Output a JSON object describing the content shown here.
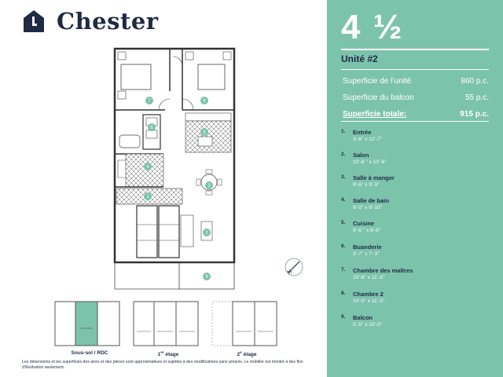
{
  "brand": {
    "name": "Chester"
  },
  "unit": {
    "type": "4 ½",
    "number": "Unité #2"
  },
  "areas": [
    {
      "label": "Superficie de l’unité",
      "value": "860 p.c."
    },
    {
      "label": "Superficie du balcon",
      "value": "55 p.c."
    },
    {
      "label": "Superficie totale:",
      "value": "915 p.c."
    }
  ],
  "rooms": [
    {
      "num": "1.",
      "name": "Entrée",
      "dims": "3’-6’’ x 12’-7’’"
    },
    {
      "num": "2.",
      "name": "Salon",
      "dims": "10’-8 ’’  x 10’-6’’"
    },
    {
      "num": "3.",
      "name": "Salle à manger",
      "dims": "9’-6’’ x 9’-3’’"
    },
    {
      "num": "4.",
      "name": "Salle de bain",
      "dims": "9’-0’’ x 9’-10’’"
    },
    {
      "num": "5.",
      "name": "Cuisine",
      "dims": "9’-6 ’’ x 8’-6’’"
    },
    {
      "num": "6.",
      "name": "Buanderie",
      "dims": "3’-7’’ x 7’-3’’"
    },
    {
      "num": "7.",
      "name": "Chambre des maîtres",
      "dims": "10’-6’’ x 11’-3’’"
    },
    {
      "num": "8.",
      "name": "Chambre 2",
      "dims": "10’-0’’ x 11’-3’’"
    },
    {
      "num": "9.",
      "name": "Balcon",
      "dims": "5’-5’’ x 10’-0’’"
    }
  ],
  "plan_labels": [
    "7",
    "8",
    "6",
    "5",
    "4",
    "3",
    "1",
    "2",
    "9"
  ],
  "compass": {
    "label": "N"
  },
  "floors": [
    {
      "label": "Sous-sol / RDC",
      "sup": ""
    },
    {
      "label": "1",
      "sup": "er",
      "rest": " étage"
    },
    {
      "label": "2",
      "sup": "e",
      "rest": " étage"
    }
  ],
  "disclaimer": "Les dimensions et les superficies des aires et des pièces sont approximatives et sujettes à des modifications sans préavis. Le mobilier est montré à des fins d’illustration seulement.",
  "colors": {
    "accent": "#7cc3ab",
    "navy": "#1f2a44"
  }
}
